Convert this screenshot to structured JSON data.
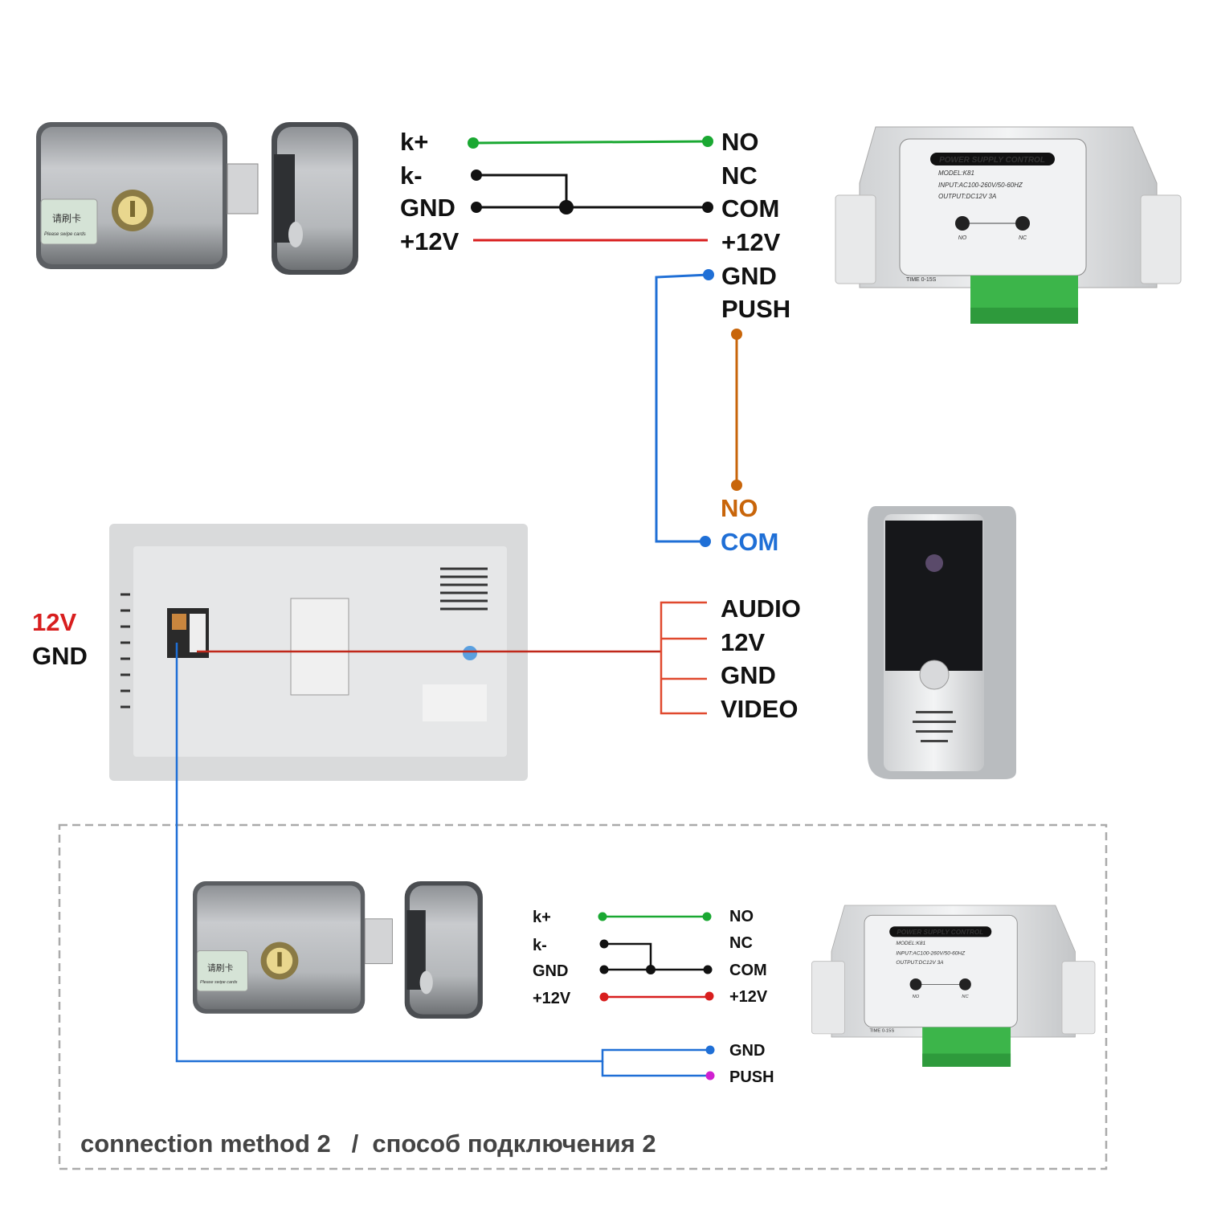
{
  "colors": {
    "green": "#1aa832",
    "black": "#111111",
    "red": "#d81e1e",
    "blue": "#1f6fd6",
    "orange": "#c8650a",
    "magenta": "#d020d0",
    "audio_bracket": "#e0492e",
    "caption": "#444444",
    "dashed_border": "#aaaaaa"
  },
  "top_wiring": {
    "lock_terminals": [
      "k+",
      "k-",
      "GND",
      "+12V"
    ],
    "psu_terminals": [
      "NO",
      "NC",
      "COM",
      "+12V",
      "GND",
      "PUSH"
    ]
  },
  "exit_button": {
    "no_label": "NO",
    "com_label": "COM"
  },
  "monitor": {
    "power_labels": {
      "v12": "12V",
      "gnd": "GND"
    }
  },
  "outdoor_terminals": [
    "AUDIO",
    "12V",
    "GND",
    "VIDEO"
  ],
  "psu_device": {
    "title": "POWER SUPPLY CONTROL",
    "model": "MODEL:K81",
    "input": "INPUT:AC100-260V/50-60HZ",
    "output": "OUTPUT:DC12V 3A",
    "led_no": "NO",
    "led_nc": "NC",
    "time": "TIME 0-15S"
  },
  "lock_device": {
    "card_cn": "请刷卡",
    "card_en": "Please swipe cards"
  },
  "method2": {
    "lock_terminals": [
      "k+",
      "k-",
      "GND",
      "+12V"
    ],
    "psu_terminals": [
      "NO",
      "NC",
      "COM",
      "+12V",
      "GND",
      "PUSH"
    ],
    "caption": "connection method 2   /  способ подключения 2"
  }
}
